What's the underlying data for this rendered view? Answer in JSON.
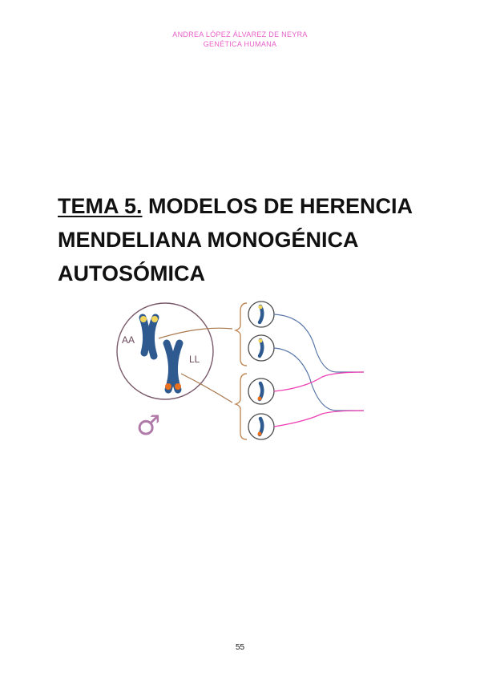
{
  "header": {
    "author": "ANDREA LÓPEZ ÁLVAREZ DE NEYRA",
    "subject": "GENÉTICA HUMANA"
  },
  "title": {
    "prefix": "TEMA 5.",
    "line1_rest": " MODELOS DE HERENCIA",
    "line2": "MENDELIANA MONOGÉNICA",
    "line3": "AUTOSÓMICA"
  },
  "figure": {
    "label_aa": "AA",
    "label_ll": "LL",
    "male_symbol": "♂",
    "colors": {
      "chromosome": "#2f5a8f",
      "allele_a": "#f2d65c",
      "allele_l": "#e8701e",
      "circle": "#7a5a6a",
      "line_blue": "#5a78a8",
      "line_pink": "#ef3fb4",
      "bracket": "#c08a5a",
      "male_symbol": "#b07aa8"
    }
  },
  "footer": {
    "page_number": "55"
  }
}
